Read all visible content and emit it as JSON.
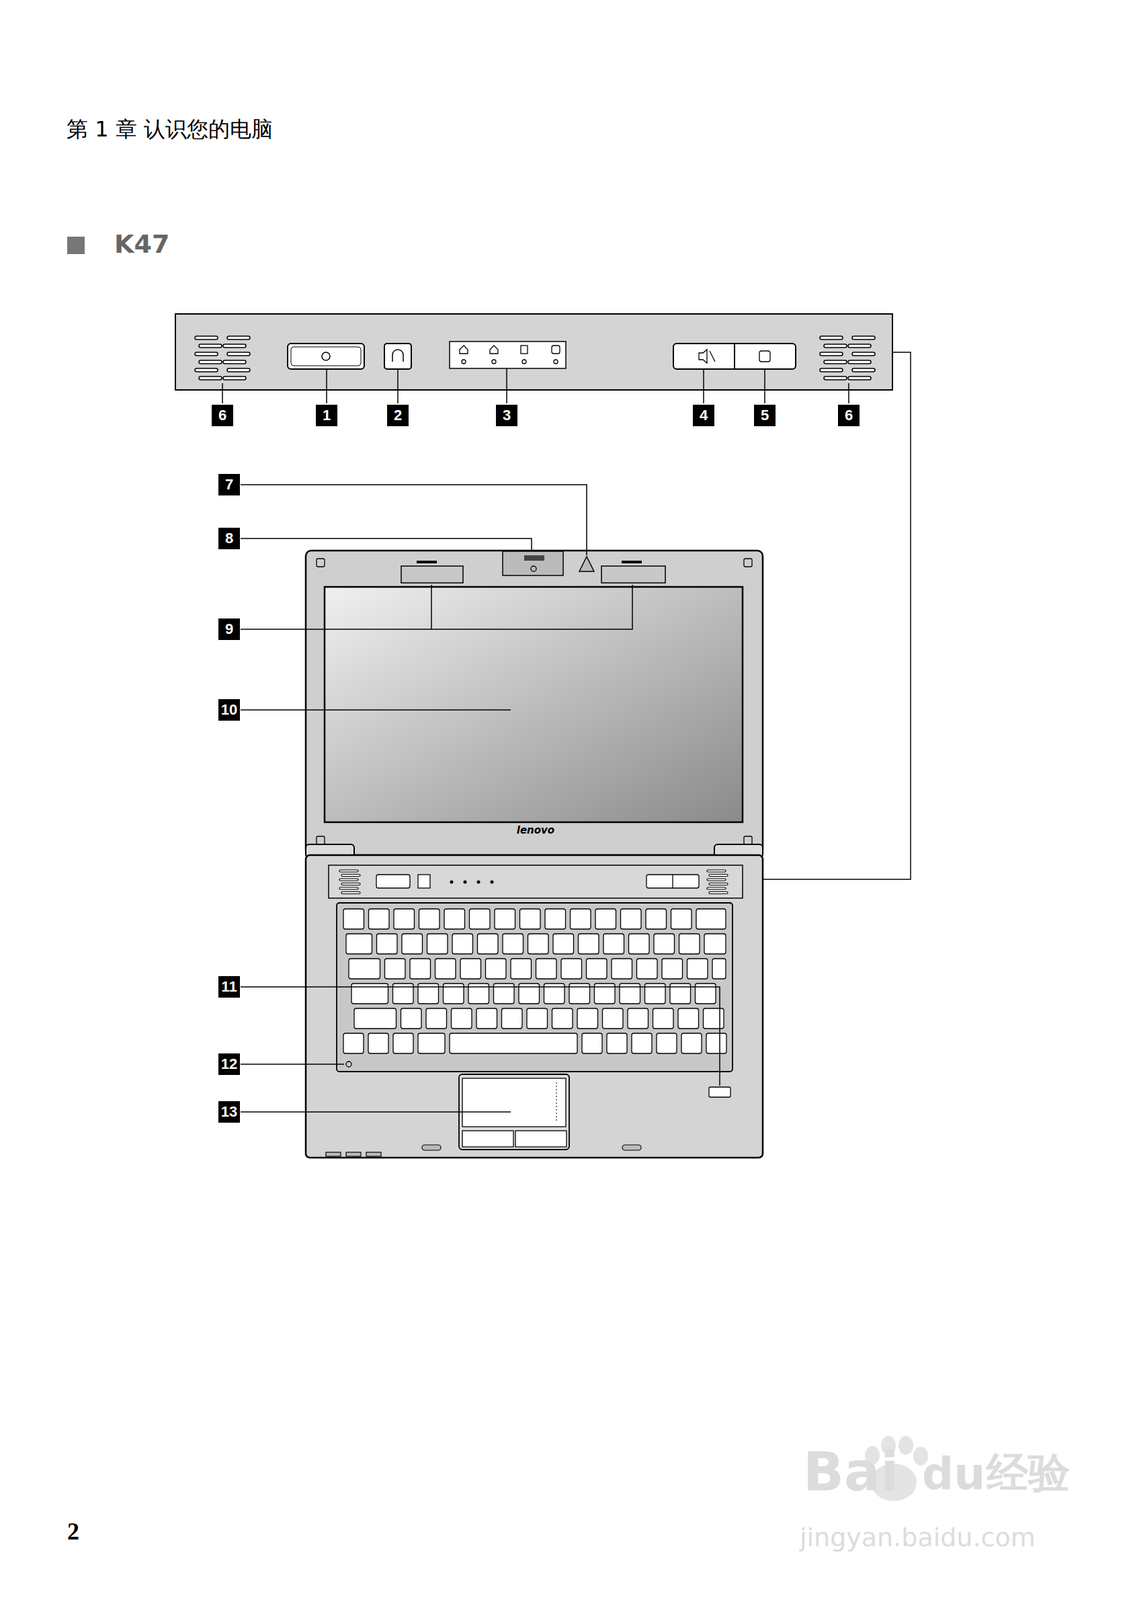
{
  "diagram": {
    "title": "K47",
    "labels": [
      "第 1 章 认识您的电脑",
      "6",
      "1",
      "2",
      "3",
      "4",
      "5",
      "6",
      "7",
      "8",
      "9",
      "10",
      "11",
      "12",
      "13",
      "lenovo",
      "2",
      "Bai",
      "du",
      "经验",
      "jingyan.baidu.com"
    ]
  }
}
